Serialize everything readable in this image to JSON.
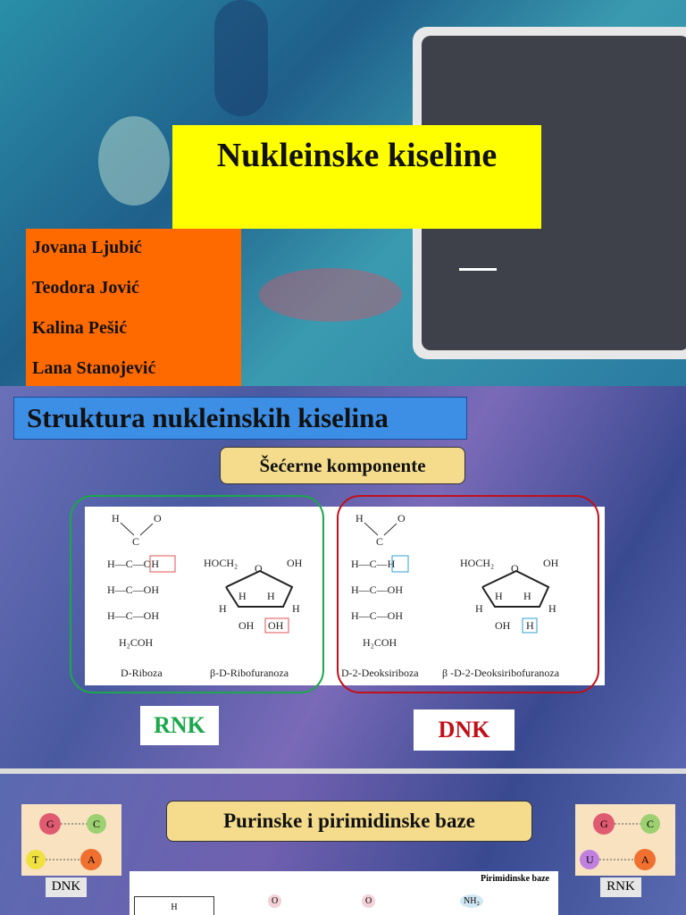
{
  "slide1": {
    "title": "Nukleinske kiseline",
    "authors": [
      "Jovana Ljubić",
      "Teodora Jović",
      "Kalina Pešić",
      "Lana Stanojević"
    ]
  },
  "slide2": {
    "heading": "Struktura nukleinskih kiselina",
    "subheading": "Šećerne komponente",
    "structures": [
      {
        "name": "D-Riboza",
        "rows": [
          "H—C—OH",
          "H—C—OH",
          "H—C—OH"
        ],
        "top": [
          "H",
          "O",
          "C"
        ],
        "bottom": "H₂COH",
        "highlight": "OH"
      },
      {
        "name": "β-D-Ribofuranoza",
        "groups": [
          "HOCH₂",
          "O",
          "OH",
          "H",
          "H",
          "H",
          "H",
          "OH",
          "OH"
        ],
        "highlight": "OH"
      },
      {
        "name": "D-2-Deoksiriboza",
        "rows": [
          "H—C—H",
          "H—C—OH",
          "H—C—OH"
        ],
        "top": [
          "H",
          "O",
          "C"
        ],
        "bottom": "H₂COH",
        "highlight": "H"
      },
      {
        "name": "β -D-2-Deoksiribofuranoza",
        "groups": [
          "HOCH₂",
          "O",
          "OH",
          "H",
          "H",
          "H",
          "H",
          "OH",
          "H"
        ],
        "highlight": "H"
      }
    ],
    "rnk_label": "RNK",
    "dnk_label": "DNK",
    "colors": {
      "rnk": "#1aa84a",
      "dnk": "#c0101a",
      "oh_box": "#e05050",
      "h_box": "#30a0d0"
    }
  },
  "slide3": {
    "heading": "Purinske i pirimidinske baze",
    "left_label": "DNK",
    "right_label": "RNK",
    "left_bases": [
      "G",
      "C",
      "T",
      "A"
    ],
    "right_bases": [
      "G",
      "C",
      "U",
      "A"
    ],
    "table_title": "Pirimidinske baze",
    "table_fragments": [
      "H",
      "O",
      "O",
      "NH₂"
    ]
  }
}
